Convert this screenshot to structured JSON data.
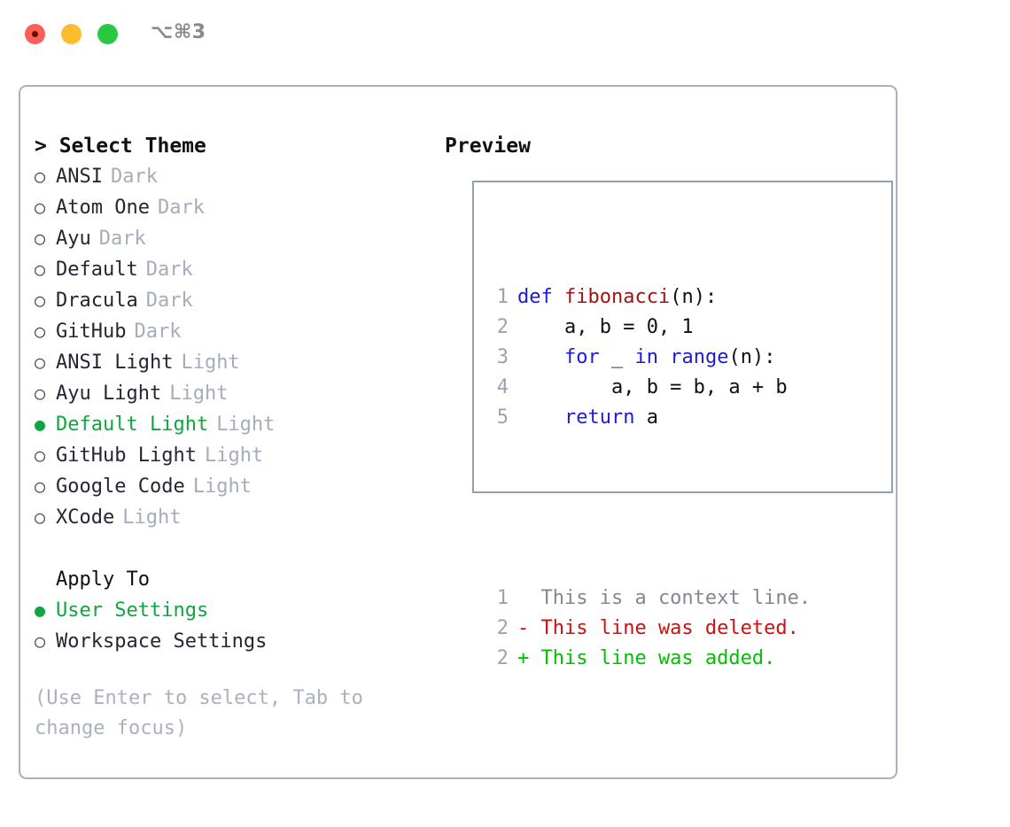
{
  "window": {
    "shortcut": "⌥⌘3",
    "traffic_lights": [
      {
        "name": "close",
        "color": "#fb5f56"
      },
      {
        "name": "minimize",
        "color": "#fdbc2e"
      },
      {
        "name": "maximize",
        "color": "#2ac840"
      }
    ]
  },
  "theme_picker": {
    "title": "> Select Theme",
    "bullet_selected": "●",
    "bullet_unselected": "○",
    "items": [
      {
        "label": "ANSI",
        "tag": "Dark",
        "selected": false
      },
      {
        "label": "Atom One",
        "tag": "Dark",
        "selected": false
      },
      {
        "label": "Ayu",
        "tag": "Dark",
        "selected": false
      },
      {
        "label": "Default",
        "tag": "Dark",
        "selected": false
      },
      {
        "label": "Dracula",
        "tag": "Dark",
        "selected": false
      },
      {
        "label": "GitHub",
        "tag": "Dark",
        "selected": false
      },
      {
        "label": "ANSI Light",
        "tag": "Light",
        "selected": false
      },
      {
        "label": "Ayu Light",
        "tag": "Light",
        "selected": false
      },
      {
        "label": "Default Light",
        "tag": "Light",
        "selected": true
      },
      {
        "label": "GitHub Light",
        "tag": "Light",
        "selected": false
      },
      {
        "label": "Google Code",
        "tag": "Light",
        "selected": false
      },
      {
        "label": "XCode",
        "tag": "Light",
        "selected": false
      }
    ]
  },
  "apply_to": {
    "title": "Apply To",
    "items": [
      {
        "label": "User Settings",
        "selected": true
      },
      {
        "label": "Workspace Settings",
        "selected": false
      }
    ]
  },
  "hint": "(Use Enter to select, Tab to change focus)",
  "preview": {
    "title": "Preview",
    "code_lines": [
      {
        "num": "1",
        "tokens": [
          {
            "t": "def ",
            "c": "kw"
          },
          {
            "t": "fibonacci",
            "c": "fn"
          },
          {
            "t": "(n):",
            "c": "pl"
          }
        ]
      },
      {
        "num": "2",
        "tokens": [
          {
            "t": "    a, b = 0, 1",
            "c": "pl"
          }
        ]
      },
      {
        "num": "3",
        "tokens": [
          {
            "t": "    ",
            "c": "pl"
          },
          {
            "t": "for",
            "c": "kw"
          },
          {
            "t": " _ ",
            "c": "pl"
          },
          {
            "t": "in",
            "c": "kw"
          },
          {
            "t": " ",
            "c": "pl"
          },
          {
            "t": "range",
            "c": "kw"
          },
          {
            "t": "(n):",
            "c": "pl"
          }
        ]
      },
      {
        "num": "4",
        "tokens": [
          {
            "t": "        a, b = b, a + b",
            "c": "pl"
          }
        ]
      },
      {
        "num": "5",
        "tokens": [
          {
            "t": "    ",
            "c": "pl"
          },
          {
            "t": "return",
            "c": "kw"
          },
          {
            "t": " a",
            "c": "pl"
          }
        ]
      }
    ],
    "diff_lines": [
      {
        "num": "1",
        "text": "  This is a context line.",
        "cls": "ctx"
      },
      {
        "num": "2",
        "text": "- This line was deleted.",
        "cls": "del"
      },
      {
        "num": "2",
        "text": "+ This line was added.",
        "cls": "add"
      }
    ]
  },
  "colors": {
    "selection_green": "#10a63d",
    "diff_added": "#00c000",
    "diff_deleted": "#cc1111",
    "keyword_blue": "#1b1bdb",
    "function_red": "#a11313",
    "muted_gray": "#a5adbb",
    "panel_border": "#a7b1c0"
  }
}
